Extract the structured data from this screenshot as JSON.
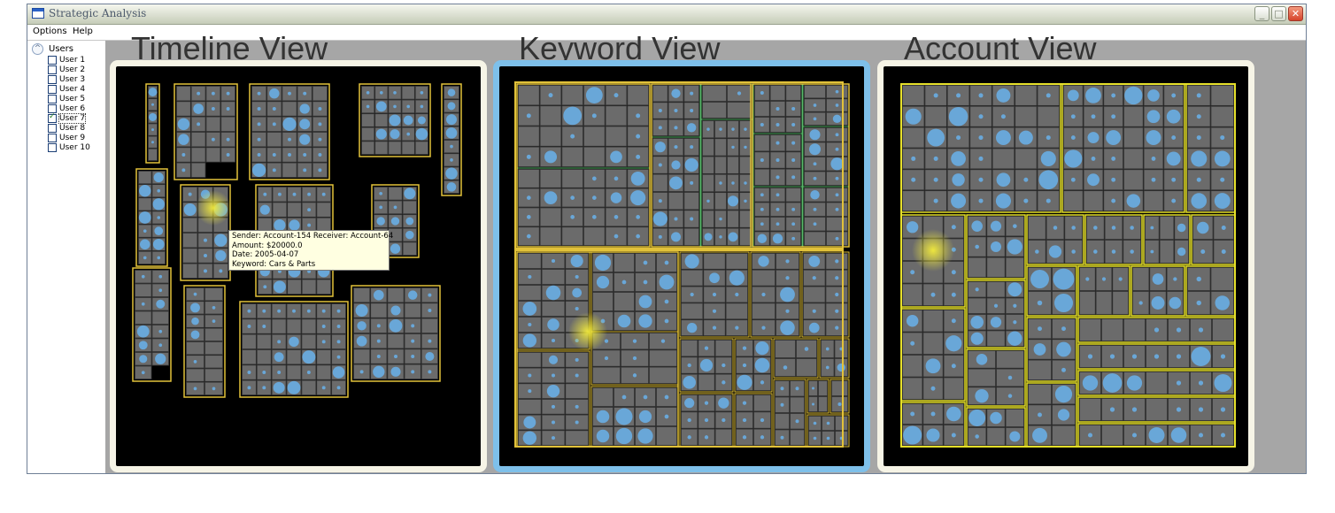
{
  "window": {
    "title": "Strategic Analysis",
    "controls": {
      "minimize": "_",
      "maximize": "□",
      "close": "✕"
    }
  },
  "menu": [
    "Options",
    "Help"
  ],
  "sidebar": {
    "root_label": "Users",
    "toggle_glyph": "^",
    "users": [
      {
        "label": "User 1",
        "checked": false
      },
      {
        "label": "User 2",
        "checked": false
      },
      {
        "label": "User 3",
        "checked": false
      },
      {
        "label": "User 4",
        "checked": false
      },
      {
        "label": "User 5",
        "checked": false
      },
      {
        "label": "User 6",
        "checked": false
      },
      {
        "label": "User 7",
        "checked": true
      },
      {
        "label": "User 8",
        "checked": false
      },
      {
        "label": "User 9",
        "checked": false
      },
      {
        "label": "User 10",
        "checked": false
      }
    ]
  },
  "views": [
    {
      "title": "Timeline View",
      "selected": false
    },
    {
      "title": "Keyword View",
      "selected": true
    },
    {
      "title": "Account View",
      "selected": false
    }
  ],
  "tooltip": {
    "line1": "Sender: Account-154 Receiver: Account-64",
    "line2": "Amount: $20000.0",
    "line3": "Date: 2005-04-07",
    "line4": "Keyword: Cars & Parts"
  },
  "colors": {
    "cell": "#6b6b6b",
    "cell_border": "#3a3a3a",
    "dot": "#69a7d8",
    "group_border": "#e2c23a",
    "sub_border": "#58b86a",
    "account_border": "#e6e02a",
    "highlight": "#f4ec3c",
    "panel_border": "#f6f4e6",
    "selected_border": "#7ec0ea",
    "panel_bg": "#000000"
  }
}
